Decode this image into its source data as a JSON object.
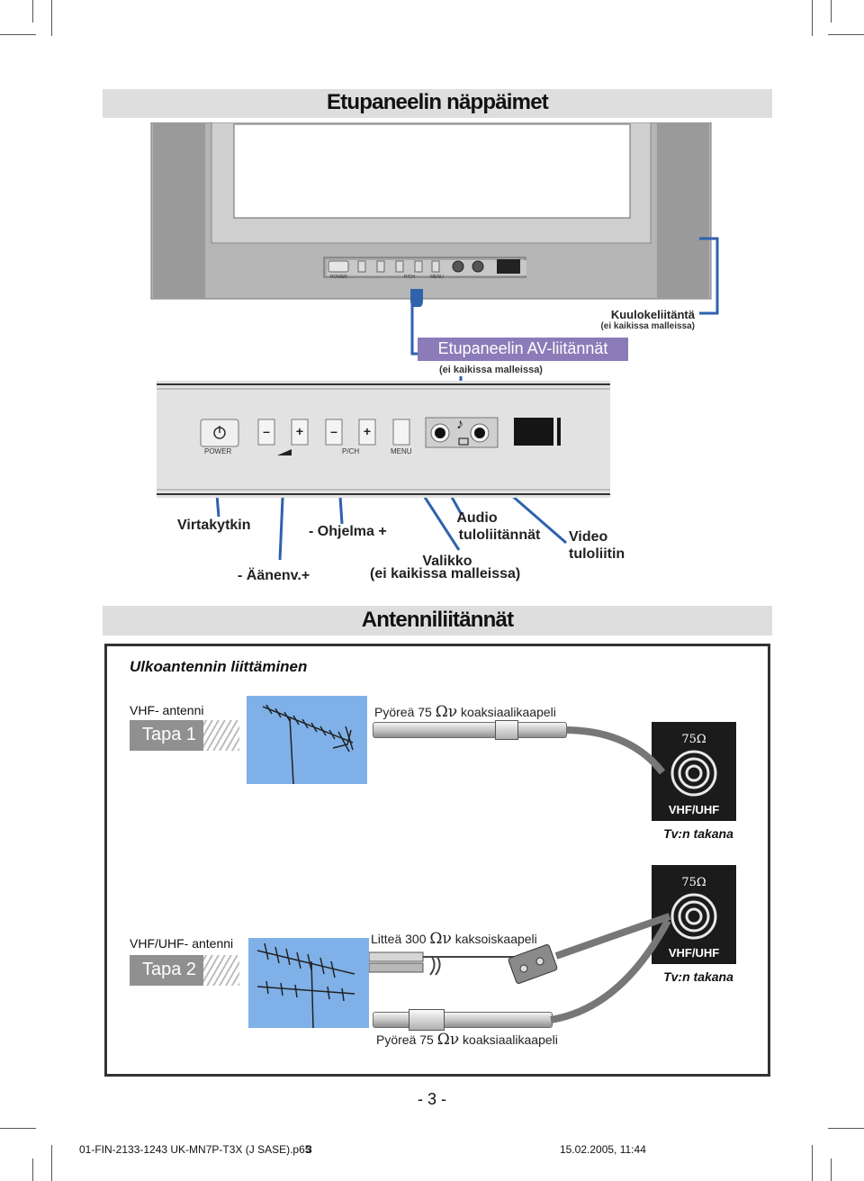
{
  "page_title": "Etupaneelin näppäimet",
  "tv_panel": {
    "power": "POWER",
    "pch": "P/CH",
    "menu": "MENU",
    "power_glyph": "⏻"
  },
  "callouts": {
    "av_connections": "Etupaneelin AV-liitännät",
    "av_note": "(ei kaikissa malleissa)",
    "headphone": "Kuulokeliitäntä",
    "headphone_note": "(ei kaikissa malleissa)"
  },
  "enlarged_panel": {
    "power": "POWER",
    "pch": "P/CH",
    "menu": "MENU"
  },
  "labels": {
    "virtakytkin": "Virtakytkin",
    "aanenv": "- Äänenv.+",
    "ohjelma": "- Ohjelma +",
    "audio_line1": "Audio",
    "audio_line2": "tuloliitännät",
    "valikko": "Valikko",
    "valikko_note": "(ei kaikissa malleissa)",
    "video_line1": "Video",
    "video_line2": "tuloliitin"
  },
  "antenna_section": {
    "title": "Antenniliitännät",
    "subtitle": "Ulkoantennin liittäminen",
    "method1": {
      "antenna_label": "VHF- antenni",
      "tapa": "Tapa 1",
      "cable_prefix": "Pyöreä 75",
      "ohm_symbol": "Ων",
      "cable_suffix": "koaksiaalikaapeli",
      "jack_ohm": "75Ω",
      "jack_label": "VHF/UHF",
      "tv_back": "Tv:n takana"
    },
    "method2": {
      "antenna_label": "VHF/UHF- antenni",
      "tapa": "Tapa 2",
      "twin_prefix": "Litteä 300",
      "ohm_symbol": "Ων",
      "twin_suffix": "kaksoiskaapeli",
      "coax_prefix": "Pyöreä 75",
      "coax_suffix": "koaksiaalikaapeli",
      "jack_ohm": "75Ω",
      "jack_label": "VHF/UHF",
      "tv_back": "Tv:n takana"
    }
  },
  "page_number": "- 3 -",
  "footer": {
    "file": "01-FIN-2133-1243 UK-MN7P-T3X (J SASE).p65",
    "page": "3",
    "date": "15.02.2005, 11:44"
  },
  "colors": {
    "callout_blue": "#2f62ad",
    "av_banner": "#8b7bb8",
    "sky": "#7fb1e8"
  }
}
